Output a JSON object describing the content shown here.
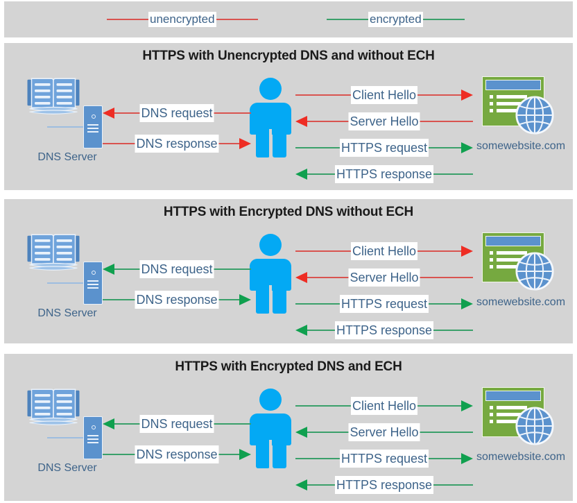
{
  "legend": {
    "items": [
      {
        "label": "unencrypted",
        "color": "#d9534f",
        "name": "legend-unencrypted"
      },
      {
        "label": "encrypted",
        "color": "#3aa06a",
        "name": "legend-encrypted"
      }
    ]
  },
  "panels": [
    {
      "title": "HTTPS with Unencrypted DNS and without ECH",
      "dns_label": "DNS Server",
      "site_label": "somewebsite.com",
      "messages": [
        {
          "label": "DNS request",
          "direction": "left",
          "color": "#d9534f",
          "encrypted": false
        },
        {
          "label": "DNS response",
          "direction": "right",
          "color": "#d9534f",
          "encrypted": false
        },
        {
          "label": "Client Hello",
          "direction": "right",
          "color": "#d9534f",
          "encrypted": false
        },
        {
          "label": "Server Hello",
          "direction": "left",
          "color": "#d9534f",
          "encrypted": false
        },
        {
          "label": "HTTPS request",
          "direction": "right",
          "color": "#3aa06a",
          "encrypted": true
        },
        {
          "label": "HTTPS response",
          "direction": "left",
          "color": "#3aa06a",
          "encrypted": true
        }
      ]
    },
    {
      "title": "HTTPS with Encrypted DNS without ECH",
      "dns_label": "DNS Server",
      "site_label": "somewebsite.com",
      "messages": [
        {
          "label": "DNS request",
          "direction": "left",
          "color": "#3aa06a",
          "encrypted": true
        },
        {
          "label": "DNS response",
          "direction": "right",
          "color": "#3aa06a",
          "encrypted": true
        },
        {
          "label": "Client Hello",
          "direction": "right",
          "color": "#d9534f",
          "encrypted": false
        },
        {
          "label": "Server Hello",
          "direction": "left",
          "color": "#d9534f",
          "encrypted": false
        },
        {
          "label": "HTTPS request",
          "direction": "right",
          "color": "#3aa06a",
          "encrypted": true
        },
        {
          "label": "HTTPS response",
          "direction": "left",
          "color": "#3aa06a",
          "encrypted": true
        }
      ]
    },
    {
      "title": "HTTPS with Encrypted DNS and ECH",
      "dns_label": "DNS Server",
      "site_label": "somewebsite.com",
      "messages": [
        {
          "label": "DNS request",
          "direction": "left",
          "color": "#3aa06a",
          "encrypted": true
        },
        {
          "label": "DNS response",
          "direction": "right",
          "color": "#3aa06a",
          "encrypted": true
        },
        {
          "label": "Client Hello",
          "direction": "right",
          "color": "#3aa06a",
          "encrypted": true
        },
        {
          "label": "Server Hello",
          "direction": "left",
          "color": "#3aa06a",
          "encrypted": true
        },
        {
          "label": "HTTPS request",
          "direction": "right",
          "color": "#3aa06a",
          "encrypted": true
        },
        {
          "label": "HTTPS response",
          "direction": "left",
          "color": "#3aa06a",
          "encrypted": true
        }
      ]
    }
  ],
  "icons": {
    "dns_server": "book-server-icon",
    "client": "person-icon",
    "website": "browser-window-globe-icon"
  },
  "colors": {
    "panel_background": "#d4d4d4",
    "page_background": "#ffffff",
    "unencrypted_line": "#d9534f",
    "unencrypted_arrowhead": "#ee2d24",
    "encrypted_line": "#3aa06a",
    "encrypted_arrowhead": "#10a04f",
    "label_text": "#3d6389",
    "title_text": "#1a1a1a",
    "person_fill": "#03a9f4",
    "website_window": "#76a940",
    "website_titlebar": "#5b92cd",
    "globe": "#5b92cd",
    "book": "#5b92cd"
  }
}
